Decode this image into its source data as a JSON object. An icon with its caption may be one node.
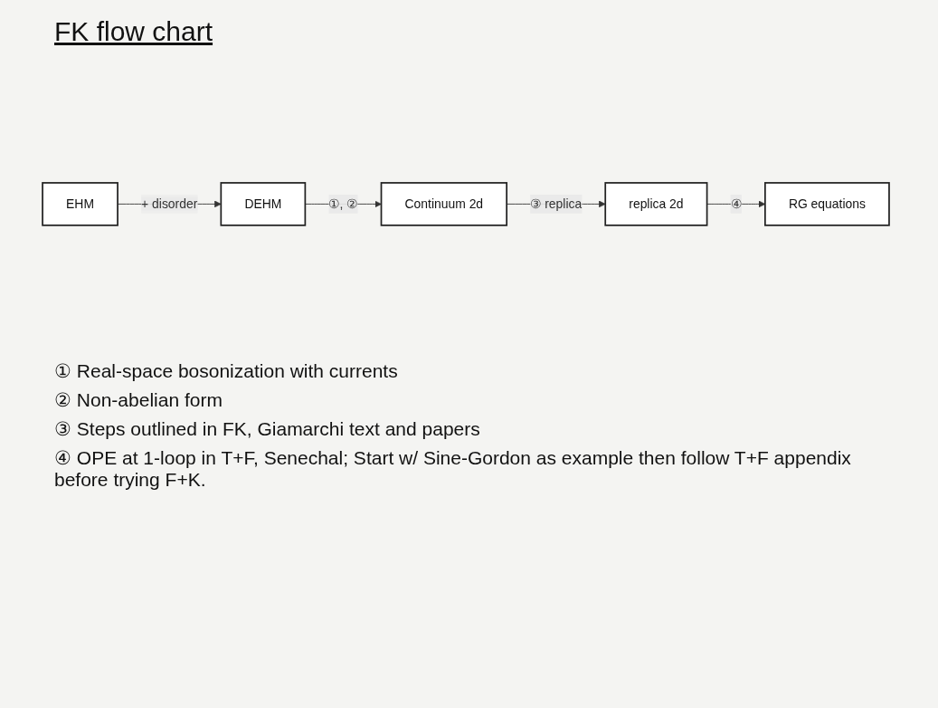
{
  "diagram": {
    "title": "FK flow chart",
    "nodes": [
      {
        "text": [
          "EHM"
        ]
      },
      {
        "text": [
          "DEHM"
        ]
      },
      {
        "text": [
          "Continuum 2d"
        ]
      },
      {
        "text": [
          "replica 2d"
        ]
      },
      {
        "text": [
          "RG equations"
        ]
      }
    ],
    "edges": [
      {
        "from": 0,
        "to": 1,
        "arrow": "to",
        "label": "+ disorder"
      },
      {
        "from": 1,
        "to": 2,
        "arrow": "to",
        "label": "①, ②"
      },
      {
        "from": 2,
        "to": 3,
        "arrow": "to",
        "label": "③ replica"
      },
      {
        "from": 3,
        "to": 4,
        "arrow": "to",
        "label": "④"
      }
    ],
    "labels": [
      "① Real-space bosonization with currents",
      "② Non-abelian form",
      "③ Steps outlined in FK, Giamarchi text and papers",
      "④ OPE at 1-loop in T+F, Senechal; Start w/ Sine-Gordon as example then follow T+F appendix before trying F+K."
    ]
  }
}
